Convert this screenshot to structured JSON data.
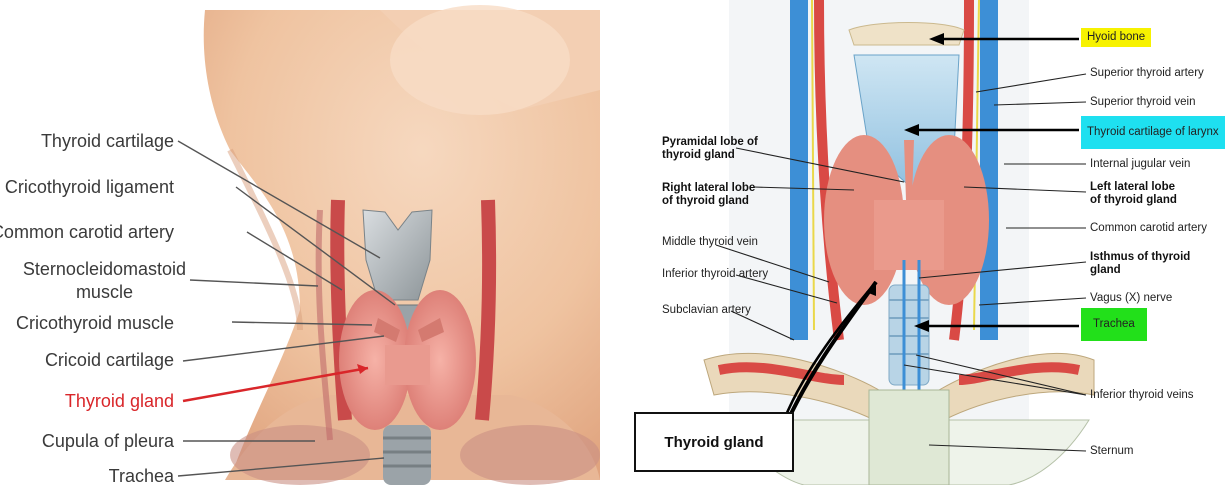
{
  "left": {
    "labels": [
      {
        "text": "Thyroid cartilage"
      },
      {
        "text": "Cricothyroid ligament"
      },
      {
        "text": "Common carotid artery"
      },
      {
        "text": "Sternocleidomastoid\nmuscle"
      },
      {
        "text": "Cricothyroid muscle"
      },
      {
        "text": "Cricoid cartilage"
      },
      {
        "text": "Thyroid gland"
      },
      {
        "text": "Cupula of pleura"
      },
      {
        "text": "Trachea"
      }
    ],
    "highlight_color": "#d9262a"
  },
  "right": {
    "labels_left": [
      {
        "text": "Pyramidal lobe of\nthyroid gland",
        "bold": true
      },
      {
        "text": "Right lateral lobe\nof thyroid gland",
        "bold": true
      },
      {
        "text": "Middle thyroid vein",
        "bold": false
      },
      {
        "text": "Inferior thyroid artery",
        "bold": false
      },
      {
        "text": "Subclavian artery",
        "bold": false
      }
    ],
    "labels_right": [
      {
        "text": "Hyoid bone",
        "bold": false,
        "highlight": "#f7f200"
      },
      {
        "text": "Superior thyroid artery",
        "bold": false
      },
      {
        "text": "Superior thyroid vein",
        "bold": false
      },
      {
        "text": "Thyroid cartilage of larynx",
        "bold": false,
        "highlight": "#1ee0f0"
      },
      {
        "text": "Internal jugular vein",
        "bold": false
      },
      {
        "text": "Left lateral lobe\nof thyroid gland",
        "bold": true
      },
      {
        "text": "Common carotid artery",
        "bold": false
      },
      {
        "text": "Isthmus of thyroid\ngland",
        "bold": true
      },
      {
        "text": "Vagus (X) nerve",
        "bold": false
      },
      {
        "text": "Trachea",
        "bold": false,
        "highlight": "#22e01a"
      },
      {
        "text": "Inferior thyroid veins",
        "bold": false
      },
      {
        "text": "Sternum",
        "bold": false
      }
    ],
    "boxed_label": "Thyroid gland"
  }
}
